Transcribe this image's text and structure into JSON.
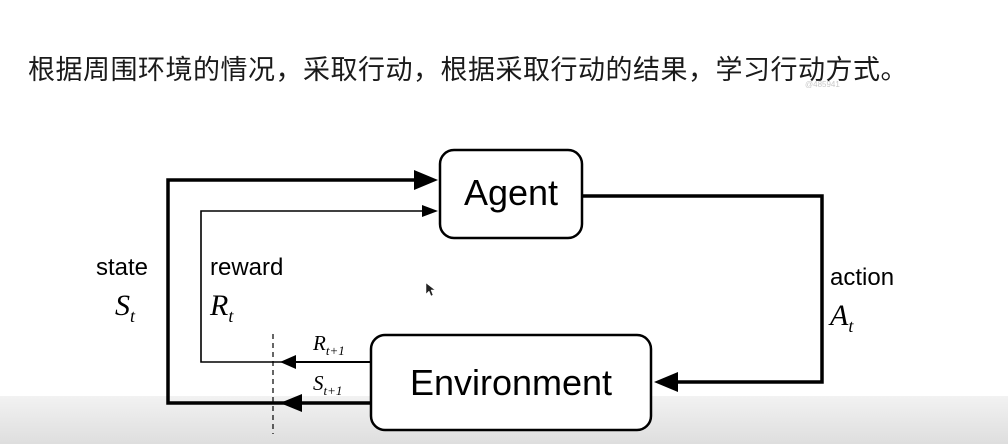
{
  "caption": "根据周围环境的情况，采取行动，根据采取行动的结果，学习行动方式。",
  "watermark": "@485941",
  "diagram": {
    "agent_label": "Agent",
    "environment_label": "Environment",
    "state": {
      "word": "state",
      "symbol": "S",
      "subscript": "t"
    },
    "reward": {
      "word": "reward",
      "symbol": "R",
      "subscript": "t"
    },
    "action": {
      "word": "action",
      "symbol": "A",
      "subscript": "t"
    },
    "next_reward": {
      "symbol": "R",
      "subscript": "t+1"
    },
    "next_state": {
      "symbol": "S",
      "subscript": "t+1"
    }
  }
}
